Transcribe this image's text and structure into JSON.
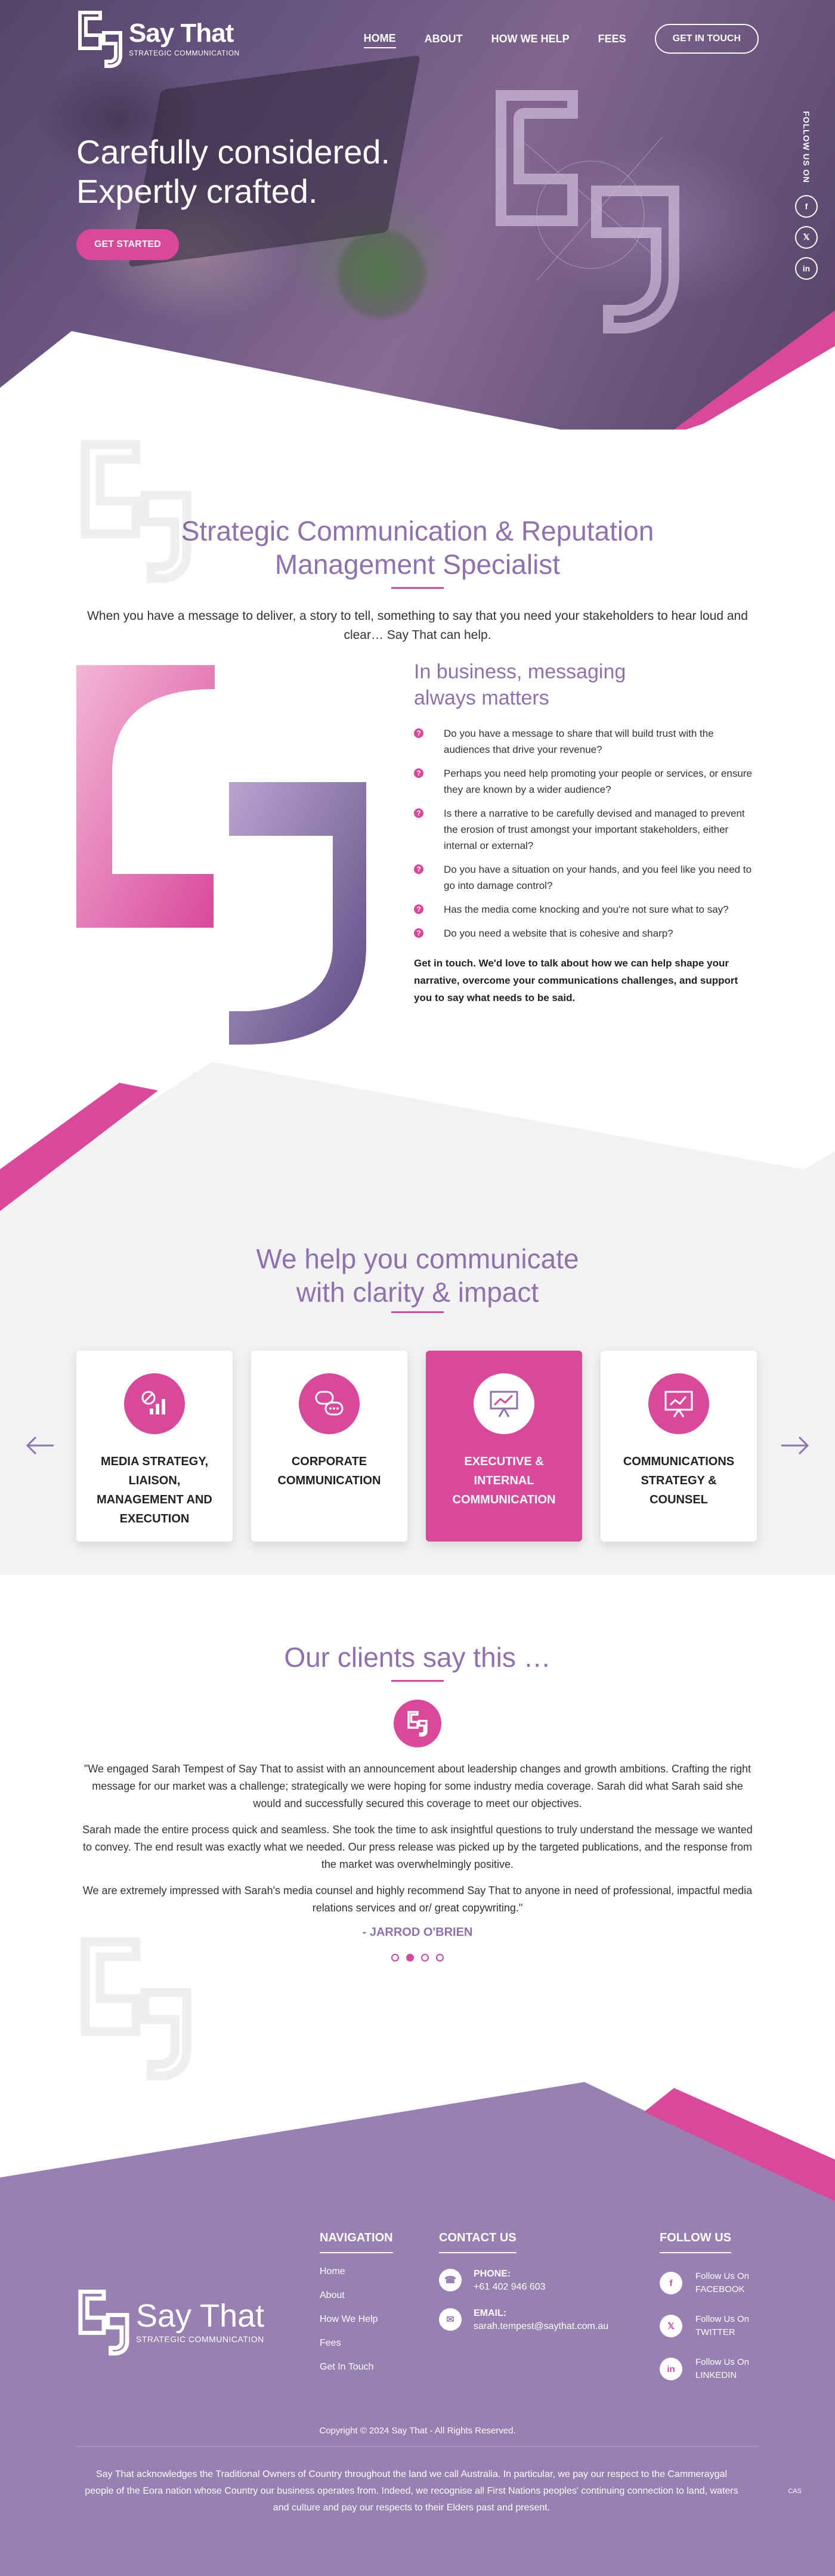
{
  "brand": {
    "name": "Say That",
    "tagline": "STRATEGIC COMMUNICATION",
    "pink": "#d9489a",
    "purple": "#8f72ad",
    "footer_purple": "#9880b2"
  },
  "nav": {
    "home": "HOME",
    "about": "ABOUT",
    "how": "HOW WE HELP",
    "fees": "FEES",
    "cta": "GET IN TOUCH"
  },
  "hero": {
    "line1": "Carefully considered.",
    "line2": "Expertly crafted.",
    "button": "GET STARTED",
    "follow_label": "FOLLOW US ON",
    "social": {
      "facebook": "f",
      "twitter": "𝕏",
      "linkedin": "in"
    }
  },
  "intro": {
    "title_1": "Strategic Communication & Reputation",
    "title_2": "Management Specialist",
    "lead": "When you have a message to deliver, a story to tell, something to say that you need your stakeholders to hear loud and clear… Say That can help.",
    "biz_title_1": "In business, messaging",
    "biz_title_2": "always matters",
    "bullets": [
      "Do you have a message to share that will build trust with the audiences that drive your revenue?",
      "Perhaps you need help promoting your people or services, or ensure they are known by a wider audience?",
      "Is there a narrative to be carefully devised and managed to prevent the erosion of trust amongst your important stakeholders, either internal or external?",
      "Do you have a situation on your hands, and you feel like you need to go into damage control?",
      "Has the media come knocking and you're not sure what to say?",
      "Do you need a website that is cohesive and sharp?"
    ],
    "closing": "Get in touch. We'd love to talk about how we can help shape your narrative, overcome your communications challenges, and support you to say what needs to be said."
  },
  "services": {
    "title_1": "We help you communicate",
    "title_2": "with clarity & impact",
    "cards": [
      {
        "name": "MEDIA STRATEGY, LIAISON, MANAGEMENT AND EXECUTION",
        "icon": "media-strategy-icon"
      },
      {
        "name": "CORPORATE COMMUNICATION",
        "icon": "chat-bubbles-icon"
      },
      {
        "name": "EXECUTIVE & INTERNAL COMMUNICATION",
        "icon": "presentation-icon"
      },
      {
        "name": "COMMUNICATIONS STRATEGY & COUNSEL",
        "icon": "strategy-board-icon"
      }
    ]
  },
  "testimonials": {
    "title": "Our clients say this …",
    "paragraphs": [
      "\"We engaged Sarah Tempest of Say That to assist with an announcement about leadership changes and growth ambitions. Crafting the right message for our market was a challenge; strategically we were hoping for some industry media coverage. Sarah did what Sarah said she would and successfully secured this coverage to meet our objectives.",
      "Sarah made the entire process quick and seamless. She took the time to ask insightful questions to truly understand the message we wanted to convey. The end result was exactly what we needed. Our press release was picked up by the targeted publications, and the response from the market was overwhelmingly positive.",
      "We are extremely impressed with Sarah's media counsel and highly recommend Say That to anyone in need of professional, impactful media relations services and or/ great copywriting.\""
    ],
    "author": "- JARROD O'BRIEN"
  },
  "footer": {
    "nav_heading": "NAVIGATION",
    "nav_links": [
      "Home",
      "About",
      "How We Help",
      "Fees",
      "Get In Touch"
    ],
    "contact_heading": "CONTACT US",
    "phone_label": "PHONE:",
    "phone": "+61 402 946 603",
    "email_label": "EMAIL:",
    "email": "sarah.tempest@saythat.com.au",
    "follow_heading": "FOLLOW US",
    "follow": [
      {
        "icon": "f",
        "line1": "Follow Us On",
        "line2": "FACEBOOK"
      },
      {
        "icon": "𝕏",
        "line1": "Follow Us On",
        "line2": "TWITTER"
      },
      {
        "icon": "in",
        "line1": "Follow Us On",
        "line2": "LINKEDIN"
      }
    ],
    "copyright": "Copyright © 2024 Say That - All Rights Reserved.",
    "acknowledgement": "Say That acknowledges the Traditional Owners of Country throughout the land we call Australia. In particular, we pay our respect to the Cammeraygal people of the Eora nation whose Country our business operates from. Indeed, we recognise all First Nations peoples' continuing connection to land, waters and culture and pay our respects to their Elders past and present.",
    "cas": "CAS"
  }
}
